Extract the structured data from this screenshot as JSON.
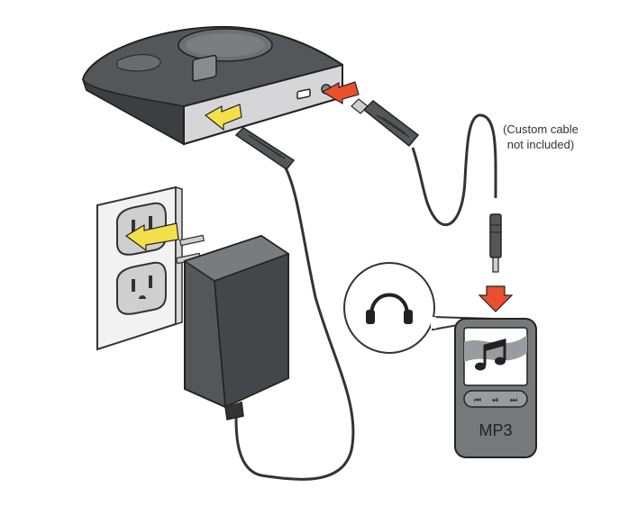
{
  "note": {
    "line1": "(Custom cable",
    "line2": "not included)"
  },
  "mp3_player": {
    "label": "MP3",
    "control_prev": "⏮",
    "control_play": "⏯",
    "control_next": "⏭"
  },
  "icons": [
    "headphones-icon",
    "music-note-icon",
    "arrow-icon"
  ],
  "colors": {
    "arrow_yellow": "#f3e04a",
    "arrow_red": "#e8502e",
    "device_dark": "#55565a",
    "device_mid": "#77787c",
    "outlet_bg": "#f2f2f2",
    "cable": "#333333"
  }
}
